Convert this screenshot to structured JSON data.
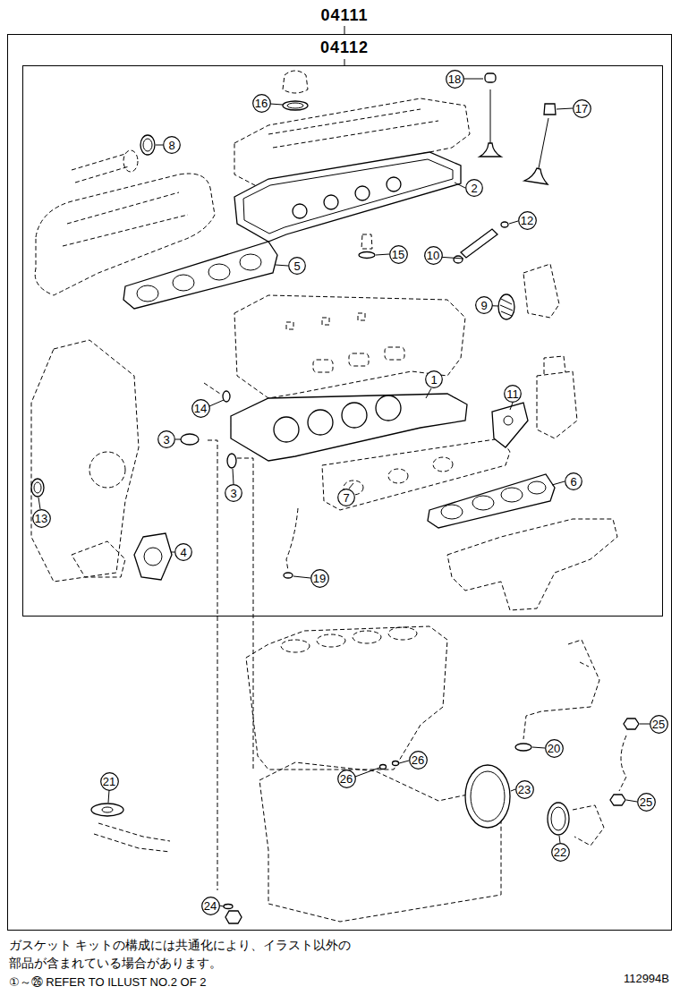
{
  "diagram": {
    "nodes": [
      {
        "text": [
          "04111"
        ]
      },
      {
        "text": [
          "04112"
        ],
        "in": 0
      },
      {
        "text": [
          "18"
        ],
        "in": 1
      },
      {
        "text": [
          "16"
        ],
        "in": 1
      },
      {
        "text": [
          "17"
        ],
        "in": 1
      },
      {
        "text": [
          "8"
        ],
        "in": 1
      },
      {
        "text": [
          "2"
        ],
        "in": 1
      },
      {
        "text": [
          "12"
        ],
        "in": 1
      },
      {
        "text": [
          "15"
        ],
        "in": 1
      },
      {
        "text": [
          "10"
        ],
        "in": 1
      },
      {
        "text": [
          "5"
        ],
        "in": 1
      },
      {
        "text": [
          "9"
        ],
        "in": 1
      },
      {
        "text": [
          "1"
        ],
        "in": 1
      },
      {
        "text": [
          "11"
        ],
        "in": 1
      },
      {
        "text": [
          "14"
        ],
        "in": 1
      },
      {
        "text": [
          "3"
        ],
        "in": 1
      },
      {
        "text": [
          "6"
        ],
        "in": 1
      },
      {
        "text": [
          "3"
        ],
        "in": 1
      },
      {
        "text": [
          "7"
        ],
        "in": 1
      },
      {
        "text": [
          "13"
        ],
        "in": 1
      },
      {
        "text": [
          "4"
        ],
        "in": 1
      },
      {
        "text": [
          "19"
        ],
        "in": 1
      },
      {
        "text": [
          "25"
        ],
        "in": 0
      },
      {
        "text": [
          "20"
        ],
        "in": 0
      },
      {
        "text": [
          "26"
        ],
        "in": 0
      },
      {
        "text": [
          "26"
        ],
        "in": 0
      },
      {
        "text": [
          "21"
        ],
        "in": 0
      },
      {
        "text": [
          "23"
        ],
        "in": 0
      },
      {
        "text": [
          "25"
        ],
        "in": 0
      },
      {
        "text": [
          "22"
        ],
        "in": 0
      },
      {
        "text": [
          "24"
        ],
        "in": 0
      }
    ],
    "labels": [
      "ガスケット キットの構成には共通化により、イラスト以外の 部品が含まれている場合があります。",
      "①～㉖ REFER TO ILLUST NO.2 OF 2",
      "112994B"
    ]
  }
}
